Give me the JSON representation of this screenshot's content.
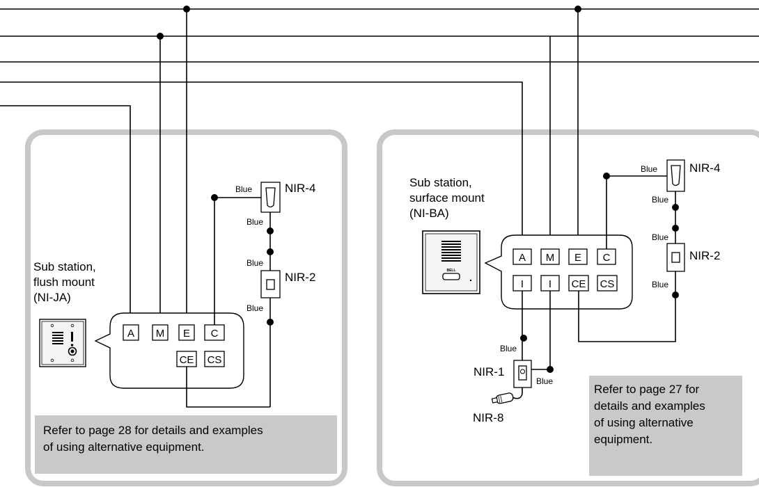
{
  "left_panel": {
    "station_label": [
      "Sub station,",
      "flush mount",
      "(NI-JA)"
    ],
    "terminals_top": [
      "A",
      "M",
      "E",
      "C"
    ],
    "terminals_bottom": [
      "CE",
      "CS"
    ],
    "device_top": "NIR-4",
    "device_bottom": "NIR-2",
    "wire_labels": [
      "Blue",
      "Blue",
      "Blue",
      "Blue"
    ],
    "note": [
      "Refer to page 28 for details and examples",
      "of using alternative equipment."
    ]
  },
  "right_panel": {
    "station_label": [
      "Sub station,",
      "surface mount",
      "(NI-BA)"
    ],
    "terminals_top": [
      "A",
      "M",
      "E",
      "C"
    ],
    "terminals_bottom": [
      "I",
      "I",
      "CE",
      "CS"
    ],
    "device_top": "NIR-4",
    "device_mid": "NIR-2",
    "device_bottom": "NIR-1",
    "device_plug": "NIR-8",
    "wire_labels": [
      "Blue",
      "Blue",
      "Blue",
      "Blue",
      "Blue",
      "Blue"
    ],
    "station_logo": "BELL",
    "note": [
      "Refer to page 27 for",
      "details and examples",
      "of using alternative",
      "equipment."
    ]
  }
}
